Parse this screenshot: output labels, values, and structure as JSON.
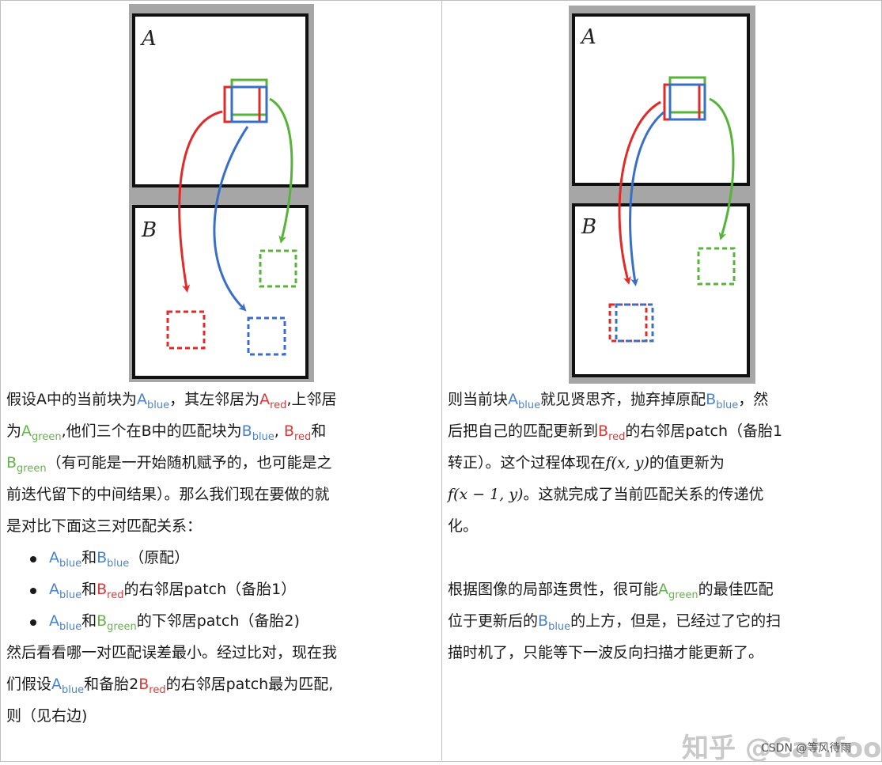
{
  "left_figure": {
    "label_a": "A",
    "label_b": "B",
    "colors": {
      "red": "#e02b2b",
      "blue": "#3a6fc7",
      "green": "#57b33a",
      "frame": "#a6a6a6"
    }
  },
  "right_figure": {
    "label_a": "A",
    "label_b": "B"
  },
  "left_text": {
    "line1": {
      "p1": "假设A中的当前块为",
      "a_blue": "A",
      "a_blue_sub": "blue",
      "p2": "，其左邻居为",
      "a_red": "A",
      "a_red_sub": "red",
      "p3": ",上邻居"
    },
    "line2": {
      "p1": "为",
      "a_green": "A",
      "a_green_sub": "green",
      "p2": ",他们三个在B中的匹配块为",
      "b_blue": "B",
      "b_blue_sub": "blue",
      "p3": ", ",
      "b_red": "B",
      "b_red_sub": "red",
      "p4": "和"
    },
    "line3": {
      "b_green": "B",
      "b_green_sub": "green",
      "p1": "（有可能是一开始随机赋予的，也可能是之"
    },
    "line4": "前迭代留下的中间结果）。那么我们现在要做的就",
    "line5": "是对比下面这三对匹配关系：",
    "bullets": [
      {
        "a": "A",
        "a_sub": "blue",
        "and": "和",
        "b": "B",
        "b_sub": "blue",
        "rest": "（原配）"
      },
      {
        "a": "A",
        "a_sub": "blue",
        "and": "和",
        "b": "B",
        "b_sub": "red",
        "rest": "的右邻居patch（备胎1）"
      },
      {
        "a": "A",
        "a_sub": "blue",
        "and": "和",
        "b": "B",
        "b_sub": "green",
        "rest": "的下邻居patch（备胎2)"
      }
    ],
    "line9": "然后看看哪一对匹配误差最小。经过比对，现在我",
    "line10": {
      "p1": "们假设",
      "a": "A",
      "a_sub": "blue",
      "p2": "和备胎2",
      "b": "B",
      "b_sub": "red",
      "p3": "的右邻居patch最为匹配,"
    },
    "line11": "则（见右边)"
  },
  "right_text": {
    "line1": {
      "p1": "则当前块",
      "a": "A",
      "a_sub": "blue",
      "p2": "就见贤思齐，抛弃掉原配",
      "b": "B",
      "b_sub": "blue",
      "p3": "，然"
    },
    "line2": {
      "p1": "后把自己的匹配更新到",
      "b": "B",
      "b_sub": "red",
      "p2": "的右邻居patch（备胎1"
    },
    "line3": {
      "p1": "转正）。这个过程体现在",
      "math": "f(x, y)",
      "p2": "的值更新为"
    },
    "line4": {
      "math": "f(x − 1, y)",
      "p1": "。这就完成了当前匹配关系的传递优"
    },
    "line5": "化。",
    "line6": {
      "p1": "根据图像的局部连贯性，很可能",
      "a": "A",
      "a_sub": "green",
      "p2": "的最佳匹配"
    },
    "line7": {
      "p1": "位于更新后的",
      "b": "B",
      "b_sub": "blue",
      "p2": "的上方，但是，已经过了它的扫"
    },
    "line8": "描时机了，只能等下一波反向扫描才能更新了。"
  },
  "watermark": "知乎 @Cat.food",
  "csdn": "CSDN @等风待雨"
}
